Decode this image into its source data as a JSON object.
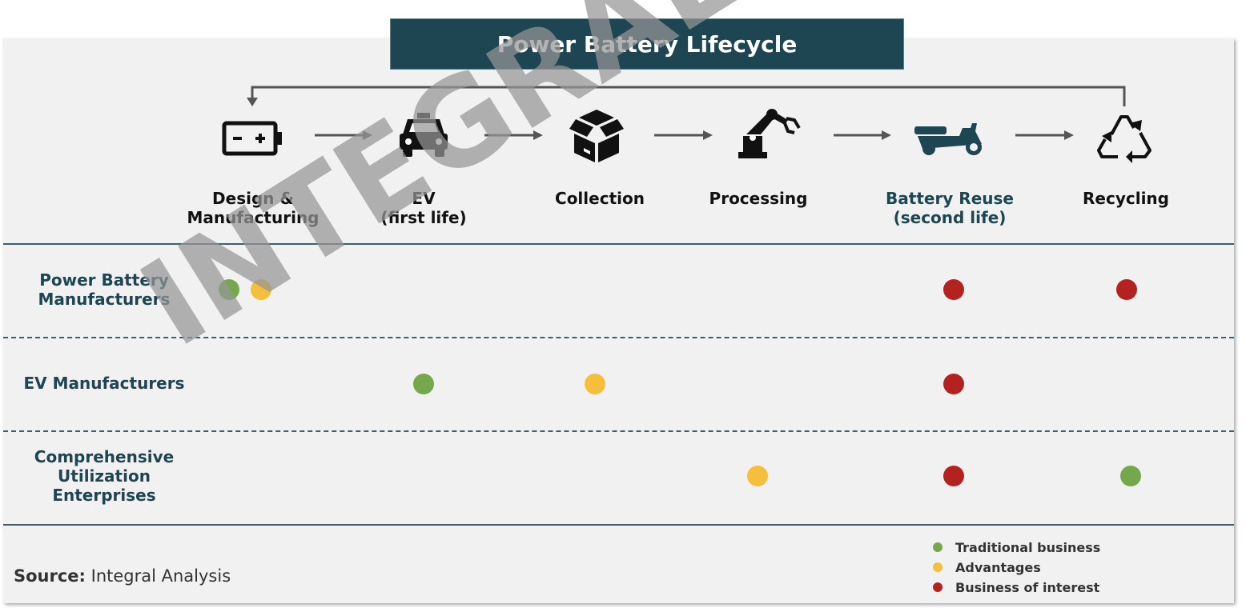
{
  "title": "Power Battery Lifecycle",
  "stages": [
    {
      "label": "Design &\nManufacturing",
      "icon": "battery-icon",
      "highlight": false
    },
    {
      "label": "EV\n(first life)",
      "icon": "car-icon",
      "highlight": false
    },
    {
      "label": "Collection",
      "icon": "boxes-icon",
      "highlight": false
    },
    {
      "label": "Processing",
      "icon": "robot-arm-icon",
      "highlight": false
    },
    {
      "label": "Battery Reuse\n(second life)",
      "icon": "scooter-icon",
      "highlight": true
    },
    {
      "label": "Recycling",
      "icon": "recycle-icon",
      "highlight": false
    }
  ],
  "rows": [
    {
      "label": "Power Battery\nManufacturers",
      "dots": [
        {
          "stage": 0,
          "status": "traditional"
        },
        {
          "stage": 0,
          "status": "advantage"
        },
        {
          "stage": 4,
          "status": "interest"
        },
        {
          "stage": 5,
          "status": "interest"
        }
      ]
    },
    {
      "label": "EV Manufacturers",
      "dots": [
        {
          "stage": 1,
          "status": "traditional"
        },
        {
          "stage": 2,
          "status": "advantage"
        },
        {
          "stage": 4,
          "status": "interest"
        }
      ]
    },
    {
      "label": "Comprehensive\nUtilization\nEnterprises",
      "dots": [
        {
          "stage": 3,
          "status": "advantage"
        },
        {
          "stage": 4,
          "status": "interest"
        },
        {
          "stage": 5,
          "status": "traditional"
        }
      ]
    }
  ],
  "legend": [
    {
      "status": "traditional",
      "label": "Traditional business"
    },
    {
      "status": "advantage",
      "label": "Advantages"
    },
    {
      "status": "interest",
      "label": "Business of interest"
    }
  ],
  "colors": {
    "traditional": "#74a84b",
    "advantage": "#f5bf3b",
    "interest": "#b3221e",
    "title_bg": "#1d4552",
    "accent_text": "#1d4552"
  },
  "source": {
    "prefix": "Source:",
    "text": " Integral Analysis"
  },
  "watermark": "INTEGRAL Co., Ltd"
}
